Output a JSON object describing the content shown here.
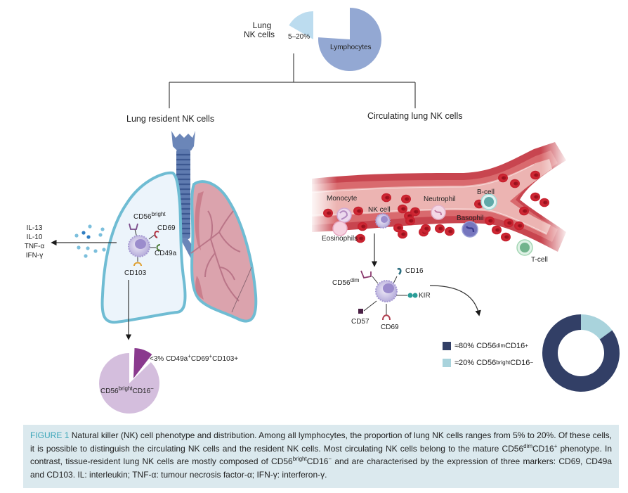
{
  "figure": {
    "top_pie": {
      "slice_label": "5–20%",
      "main_label": "Lymphocytes",
      "side_label_line1": "Lung",
      "side_label_line2": "NK cells",
      "nk_fraction_range_percent": [
        5,
        20
      ],
      "colors": {
        "nk_slice": "#bcdcef",
        "lymphocytes": "#93a8d3"
      }
    },
    "branches": {
      "left_title": "Lung resident NK cells",
      "right_title": "Circulating lung NK cells"
    },
    "resident": {
      "cytokines": [
        "IL-13",
        "IL-10",
        "TNF-α",
        "IFN-γ"
      ],
      "markers": {
        "cd56": "CD56",
        "cd56_sup": "bright",
        "cd69": "CD69",
        "cd49a": "CD49a",
        "cd103": "CD103"
      },
      "pie": {
        "slice_label_pre": "<3% CD49a",
        "slice_label_mid1": "+",
        "slice_label_cd69": "CD69",
        "slice_label_mid2": "+",
        "slice_label_post": "CD103+",
        "main_label": "CD56",
        "main_label_sup": "bright",
        "main_label_post": "CD16",
        "main_label_sup2": "−",
        "subset_percent_max": 3,
        "colors": {
          "subset": "#8a3a8e",
          "main": "#d4bedd"
        }
      }
    },
    "circulating": {
      "vessel_cells": [
        "Monocyte",
        "NK cell",
        "Neutrophil",
        "B-cell",
        "Basophil",
        "Eosinophils",
        "T-cell"
      ],
      "markers": {
        "cd56": "CD56",
        "cd56_sup": "dim",
        "cd16": "CD16",
        "kir": "KIR",
        "cd57": "CD57",
        "cd69": "CD69"
      },
      "donut": {
        "segments": [
          {
            "label_pre": "≈80% CD56",
            "label_sup": "dim",
            "label_post": "CD16",
            "label_sup2": "+",
            "percent": 85,
            "color": "#323f66"
          },
          {
            "label_pre": "≈20% CD56",
            "label_sup": "bright",
            "label_post": "CD16",
            "label_sup2": "−",
            "percent": 15,
            "color": "#a9d3dc"
          }
        ]
      }
    }
  },
  "caption": {
    "label": "FIGURE 1",
    "p1": " Natural killer (NK) cell phenotype and distribution. Among all lymphocytes, the proportion of lung NK cells ranges from 5% to 20%. Of these cells, it is possible to distinguish the circulating NK cells and the resident NK cells. Most circulating NK cells belong to the mature CD56",
    "sup1": "dim",
    "p2": "CD16",
    "sup2": "+",
    "p3": " phenotype. In contrast, tissue-resident lung NK cells are mostly composed of CD56",
    "sup3": "bright",
    "p4": "CD16",
    "sup4": "−",
    "p5": " and are characterised by the expression of three markers: CD69, CD49a and CD103. IL: interleukin; TNF-α: tumour necrosis factor-α; IFN-γ: interferon-γ."
  }
}
